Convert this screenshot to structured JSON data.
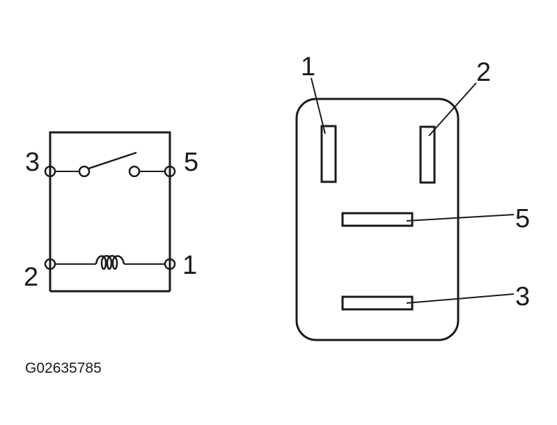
{
  "schematic": {
    "terminal_labels": {
      "top_left": "3",
      "top_right": "5",
      "bottom_left": "2",
      "bottom_right": "1"
    },
    "components": {
      "switch": "normally-open contact",
      "coil": "relay coil"
    }
  },
  "connector": {
    "pin_labels": {
      "pin_top_left": "1",
      "pin_top_right": "2",
      "pin_middle": "5",
      "pin_bottom": "3"
    }
  },
  "figure_id": "G02635785",
  "colors": {
    "ink": "#1a1a1a",
    "background": "#ffffff"
  }
}
